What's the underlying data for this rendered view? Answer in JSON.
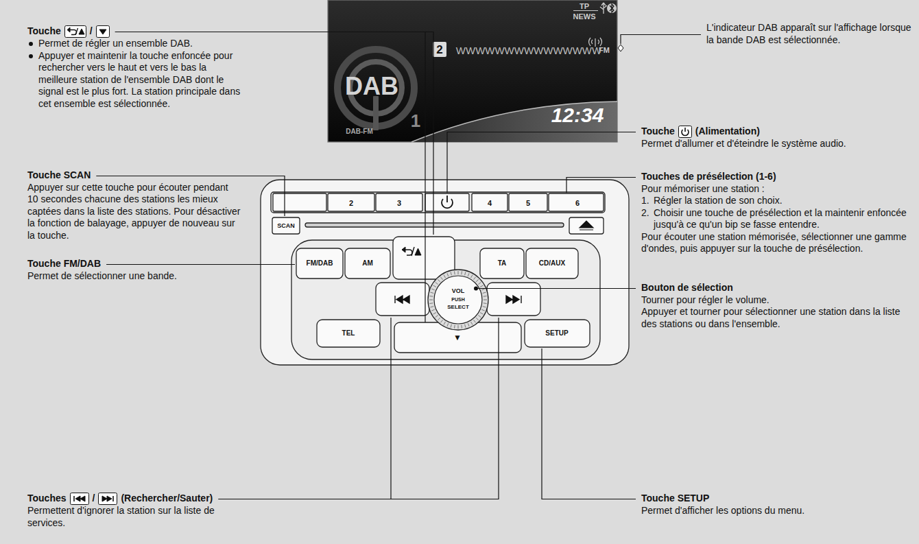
{
  "diagram": {
    "labels": [
      "Touche",
      "/",
      "Permet de régler un ensemble DAB.",
      "Appuyer et maintenir la touche enfoncée pour rechercher vers le haut et vers le bas la meilleure station de l'ensemble DAB dont le signal est le plus fort. La station principale dans cet ensemble est sélectionnée.",
      "Touche SCAN",
      "Appuyer sur cette touche pour écouter pendant 10 secondes chacune des stations les mieux captées dans la liste des stations. Pour désactiver la fonction de balayage, appuyer de nouveau sur la touche.",
      "Touche FM/DAB",
      "Permet de sélectionner une bande.",
      "Touches",
      "/",
      "(Rechercher/Sauter)",
      "Permettent d'ignorer la station sur la liste de services.",
      "L'indicateur DAB apparaît sur l'affichage lorsque la bande DAB est sélectionnée.",
      "Touche",
      "(Alimentation)",
      "Permet d'allumer et d'éteindre le système audio.",
      "Touches de présélection (1-6)",
      "Pour mémoriser une station :",
      "1.",
      "Régler la station de son choix.",
      "2.",
      "Choisir une touche de présélection et la maintenir enfoncée jusqu'à ce qu'un bip se fasse entendre.",
      "Pour écouter une station mémorisée, sélectionner une gamme d'ondes, puis appuyer sur la touche de présélection.",
      "Bouton de sélection",
      "Tourner pour régler le volume.",
      "Appuyer et tourner pour sélectionner une station dans la liste des stations ou dans l'ensemble.",
      "Touche SETUP",
      "Permet d'afficher les options du menu.",
      "TP",
      "NEWS",
      "FM",
      "2",
      "WWWWWWWWWWWWWWW",
      "DAB",
      "1",
      "DAB-FM",
      "12:34",
      "2",
      "3",
      "4",
      "5",
      "6",
      "SCAN",
      "FM/DAB",
      "AM",
      "TA",
      "CD/AUX",
      "VOL",
      "PUSH",
      "SELECT",
      "TEL",
      "▼",
      "SETUP"
    ]
  }
}
